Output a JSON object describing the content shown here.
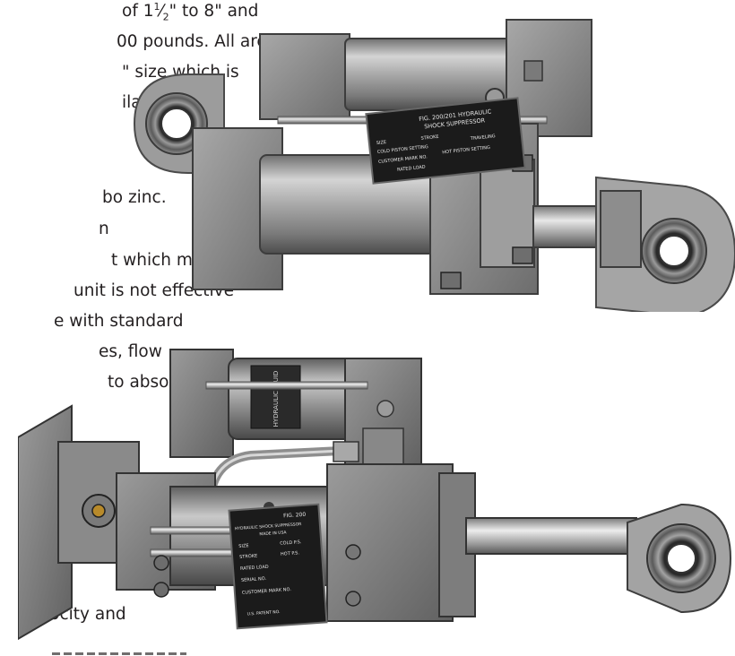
{
  "text": {
    "line1_pre": "of 1",
    "line1_num": "1",
    "line1_den": "2",
    "line1_post": "\" to 8\" and",
    "line2": "00 pounds. All are",
    "line3": "\" size which is",
    "line4": "ilable with",
    "line5": "bo zinc.",
    "line6": "n",
    "line7": "t which must be",
    "line8": "unit is not effective",
    "line9": "e with standard",
    "line10": "es, flow",
    "line11": "to absorb",
    "line12": "locity and"
  },
  "plates": {
    "top": {
      "l1": "FIG. 200/201 HYDRAULIC",
      "l2": "SHOCK SUPPRESSOR",
      "l3": "SIZE",
      "l4": "STROKE",
      "l5": "TRAVELING",
      "l6": "COLD PISTON SETTING",
      "l7": "HOT PISTON SETTING",
      "l8": "CUSTOMER MARK NO.",
      "l9": "RATED LOAD"
    },
    "bottom": {
      "l1": "FIG. 200",
      "l2": "HYDRAULIC SHOCK SUPPRESSOR",
      "l3": "MADE IN USA",
      "l4": "SIZE",
      "l5": "COLD P.S.",
      "l6": "STROKE",
      "l7": "HOT P.S.",
      "l8": "RATED LOAD",
      "l9": "SERIAL NO.",
      "l10": "CUSTOMER MARK NO.",
      "l11": "U.S. PATENT NO."
    },
    "tank_label": "HYDRAULIC FLUID"
  },
  "colors": {
    "metal_light": "#b7b7b7",
    "metal_mid": "#8c8c8c",
    "metal_dark": "#4a4a4a",
    "plate_black": "#1b1b1b",
    "text": "#231f20"
  }
}
